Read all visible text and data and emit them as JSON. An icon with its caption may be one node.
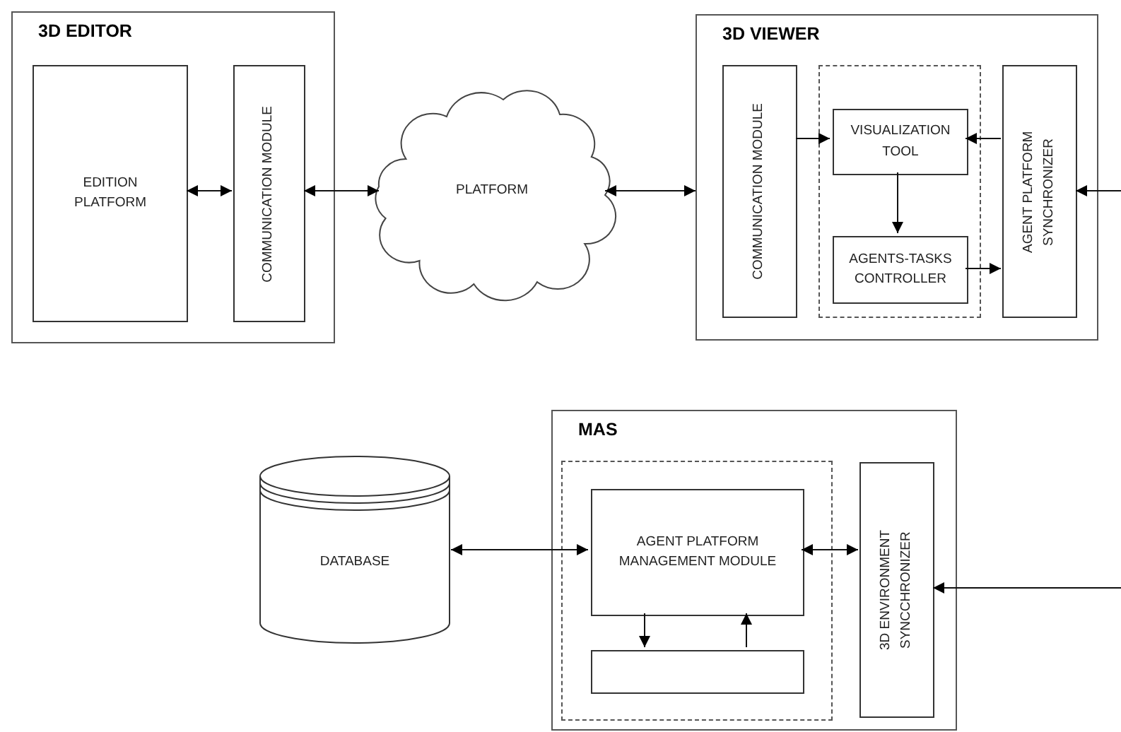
{
  "diagram": {
    "nodes": [
      {
        "text": [
          "3D EDITOR"
        ]
      },
      {
        "text": [
          "EDITION PLATFORM"
        ],
        "in": 0
      },
      {
        "text": [
          "COMMUNICATION MODULE"
        ],
        "in": 0
      },
      {
        "text": [
          "PLATFORM"
        ]
      },
      {
        "text": [
          "3D VIEWER"
        ]
      },
      {
        "text": [
          "COMMUNICATION MODULE"
        ],
        "in": 4
      },
      {
        "text": [],
        "shape": "box",
        "in": 4
      },
      {
        "text": [
          "VISUALIZATION TOOL"
        ],
        "in": 6
      },
      {
        "text": [
          "AGENTS-TASKS CONTROLLER"
        ],
        "in": 6
      },
      {
        "text": [
          "AGENT PLATFORM SYNCHRONIZER"
        ],
        "in": 4
      },
      {
        "text": [
          "DATABASE"
        ]
      },
      {
        "text": [
          "MAS"
        ]
      },
      {
        "text": [],
        "shape": "box",
        "in": 11
      },
      {
        "text": [
          "AGENT PLATFORM MANAGEMENT MODULE"
        ],
        "in": 12
      },
      {
        "text": [],
        "shape": "box",
        "in": 12
      },
      {
        "text": [
          "3D ENVIRONMENT SYNCCHRONIZER"
        ],
        "in": 11
      }
    ],
    "edges": [
      {
        "from": 1,
        "to": 2,
        "arrow": "both"
      },
      {
        "from": 2,
        "to": 3,
        "arrow": "both"
      },
      {
        "from": 3,
        "to": 4,
        "arrow": "both"
      },
      {
        "from": 5,
        "to": 7,
        "arrow": "to"
      },
      {
        "from": 9,
        "to": 7,
        "arrow": "to"
      },
      {
        "from": 7,
        "to": 8,
        "arrow": "to"
      },
      {
        "from": 8,
        "to": 9,
        "arrow": "to"
      },
      {
        "from": null,
        "to": 9,
        "arrow": "to"
      },
      {
        "from": 10,
        "to": 13,
        "arrow": "both"
      },
      {
        "from": 13,
        "to": 15,
        "arrow": "both"
      },
      {
        "from": 13,
        "to": 14,
        "arrow": "to"
      },
      {
        "from": 14,
        "to": 13,
        "arrow": "to"
      },
      {
        "from": null,
        "to": 15,
        "arrow": "to"
      }
    ]
  }
}
